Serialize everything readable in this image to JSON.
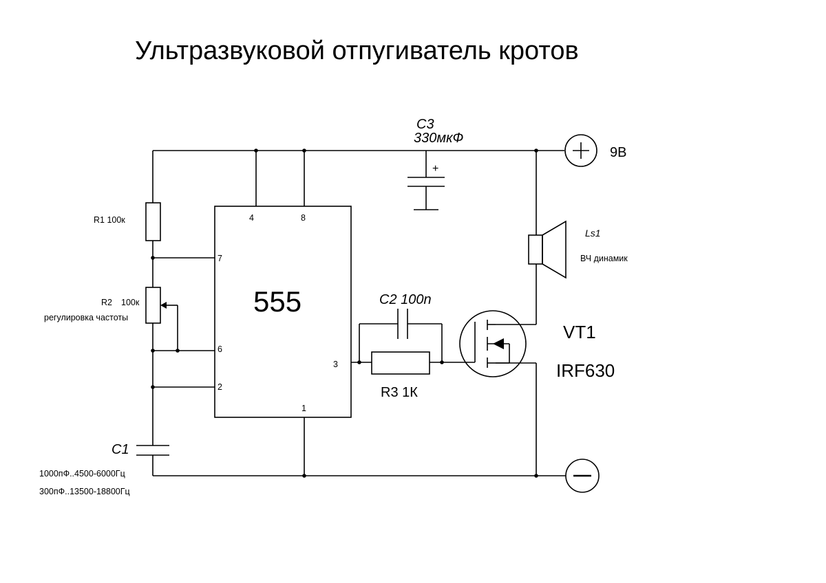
{
  "title": "Ультразвуковой отпугиватель кротов",
  "ic": {
    "name": "555",
    "pins": {
      "p4": "4",
      "p8": "8",
      "p7": "7",
      "p6": "6",
      "p2": "2",
      "p3": "3",
      "p1": "1"
    }
  },
  "components": {
    "r1": "R1 100к",
    "r2_name": "R2",
    "r2_value": "100к",
    "r2_desc": "регулировка частоты",
    "c1": "С1",
    "c1_opt1": "1000пФ..4500-6000Гц",
    "c1_opt2": "300пФ..13500-18800Гц",
    "c2": "C2 100n",
    "c3_name": "С3",
    "c3_value": "330мкФ",
    "c3_polarity": "+",
    "r3": "R3 1К",
    "ls1_name": "Ls1",
    "ls1_desc": "ВЧ динамик",
    "vt1_name": "VT1",
    "vt1_model": "IRF630"
  },
  "power": {
    "positive_label": "9В"
  },
  "colors": {
    "ink": "#000000",
    "background": "#ffffff"
  }
}
